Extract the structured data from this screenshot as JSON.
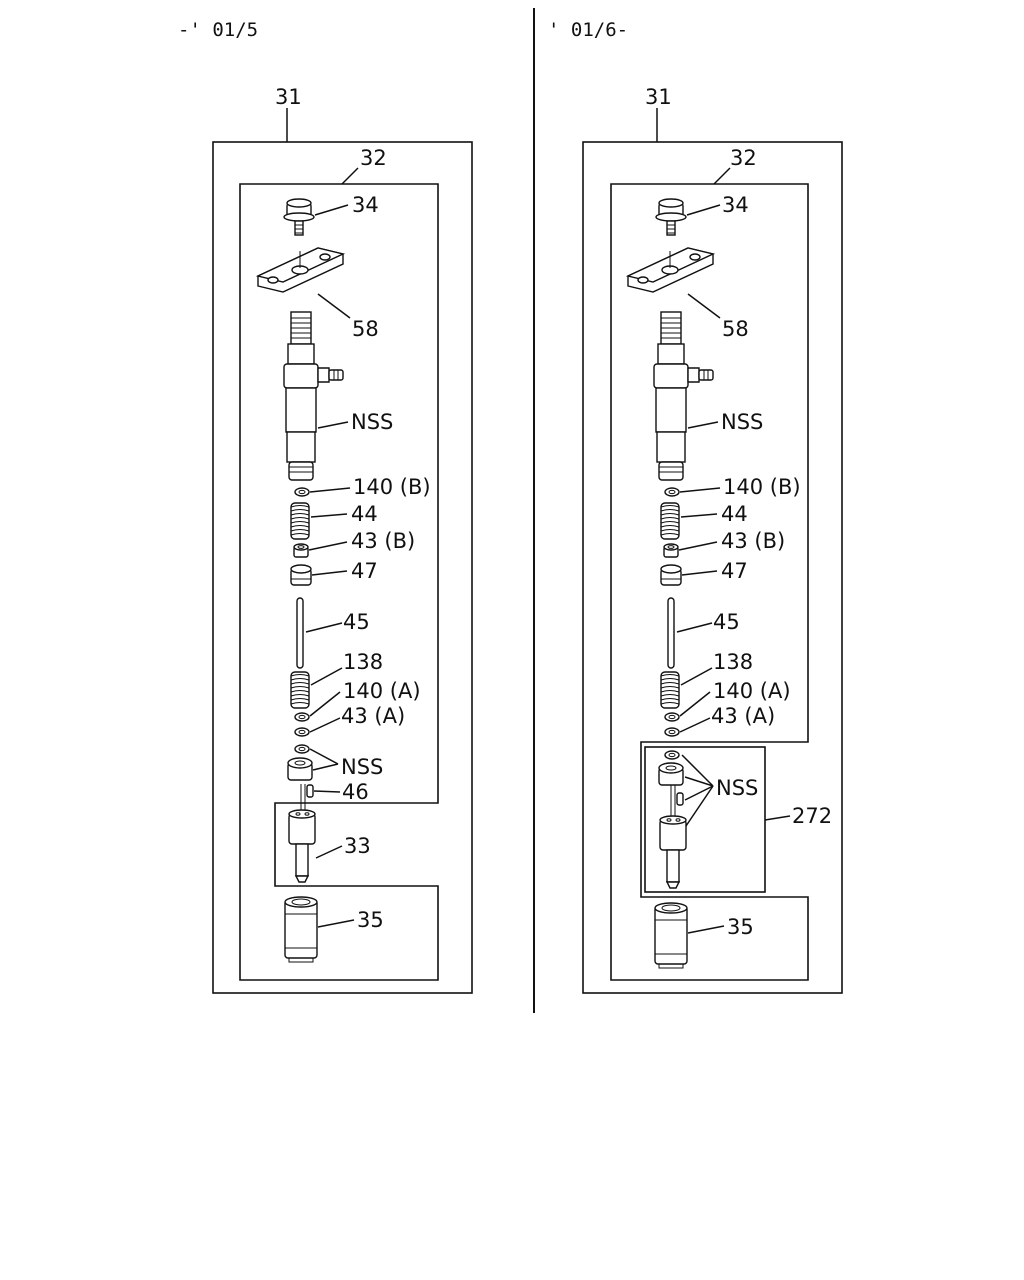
{
  "left": {
    "date_range": "-' 01/5",
    "labels": {
      "assembly": "31",
      "kit": "32",
      "bolt": "34",
      "clamp": "58",
      "nss_body": "NSS",
      "washer_140b": "140 (B)",
      "spring_44": "44",
      "seat_43b": "43 (B)",
      "cap_47": "47",
      "rod_45": "45",
      "spring_138": "138",
      "washer_140a": "140 (A)",
      "washer_43a": "43 (A)",
      "nss_lower": "NSS",
      "pin_46": "46",
      "nozzle_33": "33",
      "nut_35": "35"
    }
  },
  "right": {
    "date_range": "' 01/6-",
    "labels": {
      "assembly": "31",
      "kit": "32",
      "bolt": "34",
      "clamp": "58",
      "nss_body": "NSS",
      "washer_140b": "140 (B)",
      "spring_44": "44",
      "seat_43b": "43 (B)",
      "cap_47": "47",
      "rod_45": "45",
      "spring_138": "138",
      "washer_140a": "140 (A)",
      "washer_43a": "43 (A)",
      "nss_lower": "NSS",
      "nozzle_kit_272": "272",
      "nut_35": "35"
    }
  }
}
